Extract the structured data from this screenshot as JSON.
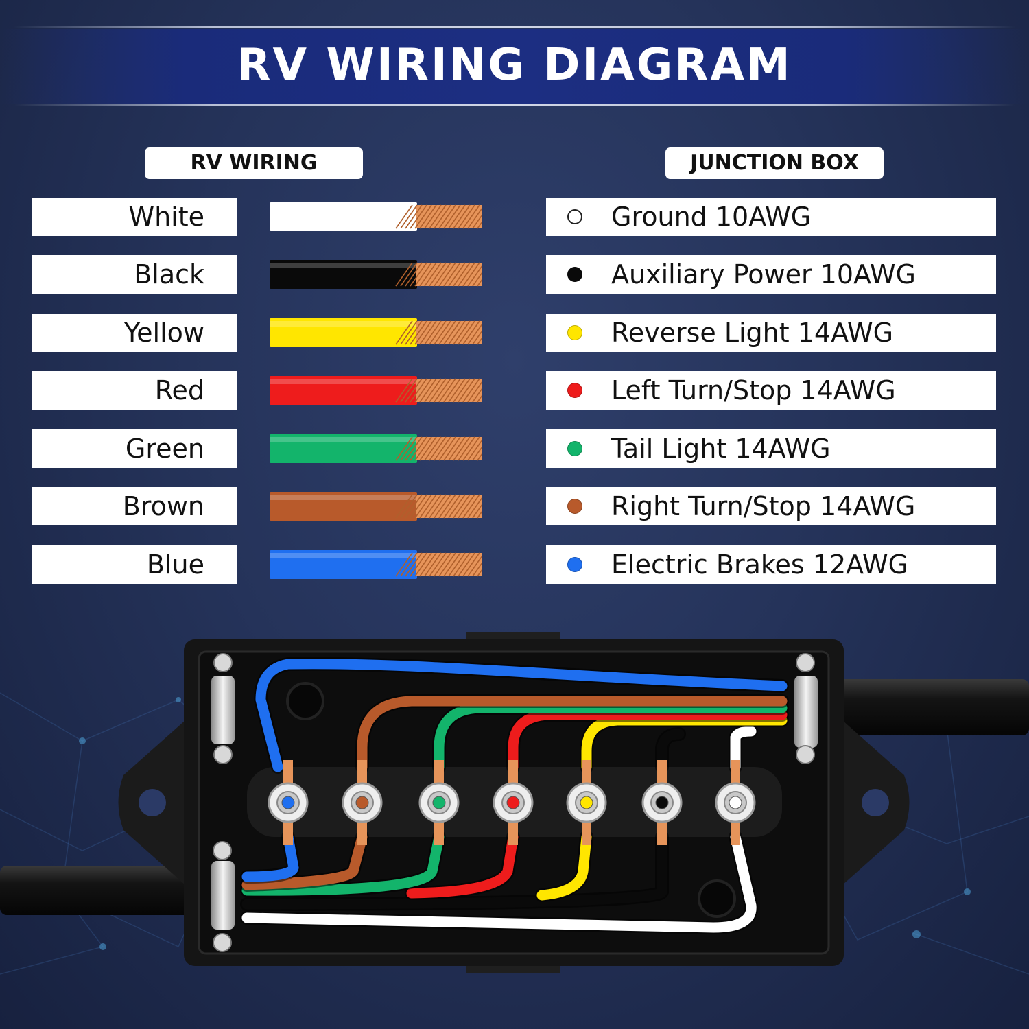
{
  "title": "RV WIRING DIAGRAM",
  "rv_wiring_header": "RV WIRING",
  "junction_box_header": "JUNCTION BOX",
  "rows": [
    {
      "color_name": "White",
      "function": "Ground 10AWG",
      "color": "#ffffff"
    },
    {
      "color_name": "Black",
      "function": "Auxiliary Power 10AWG",
      "color": "#0a0a0a"
    },
    {
      "color_name": "Yellow",
      "function": "Reverse Light 14AWG",
      "color": "#ffe600"
    },
    {
      "color_name": "Red",
      "function": "Left Turn/Stop 14AWG",
      "color": "#ee1c1c"
    },
    {
      "color_name": "Green",
      "function": "Tail Light 14AWG",
      "color": "#13b46b"
    },
    {
      "color_name": "Brown",
      "function": "Right Turn/Stop 14AWG",
      "color": "#b85a2b"
    },
    {
      "color_name": "Blue",
      "function": "Electric Brakes 12AWG",
      "color": "#1f6ff0"
    }
  ],
  "terminal_order": [
    "Blue",
    "Brown",
    "Green",
    "Red",
    "Yellow",
    "Black",
    "White"
  ],
  "colors": {
    "background": "#25335a",
    "title_band": "#1c2e82",
    "copper": "#e6945a",
    "junction_box": "#141414"
  }
}
